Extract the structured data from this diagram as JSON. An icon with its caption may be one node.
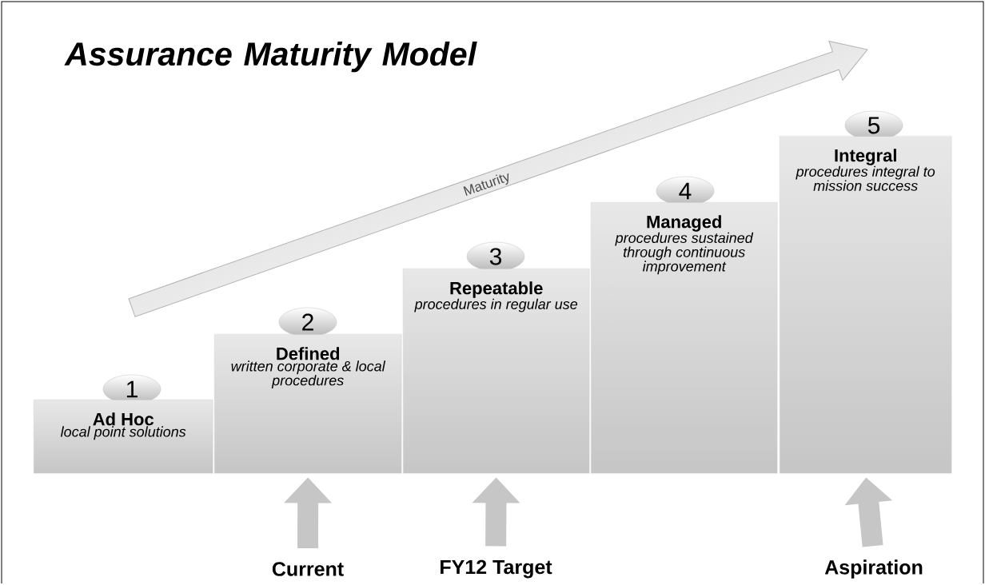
{
  "diagram": {
    "title": "Assurance Maturity Model",
    "nodes": [
      {
        "text": [
          "1"
        ]
      },
      {
        "text": [
          "Ad Hoc",
          "local point solutions"
        ]
      },
      {
        "text": [
          "2"
        ]
      },
      {
        "text": [
          "Defined",
          "written corporate & local procedures"
        ]
      },
      {
        "text": [
          "3"
        ]
      },
      {
        "text": [
          "Repeatable",
          "procedures in regular use"
        ]
      },
      {
        "text": [
          "4"
        ]
      },
      {
        "text": [
          "Managed",
          "procedures sustained through continuous improvement"
        ]
      },
      {
        "text": [
          "5"
        ]
      },
      {
        "text": [
          "Integral",
          "procedures integral to mission success"
        ]
      },
      {
        "text": [
          "Current"
        ]
      },
      {
        "text": [
          "FY12 Target"
        ]
      },
      {
        "text": [
          "Aspiration"
        ]
      }
    ],
    "edges": [
      {
        "from": 10,
        "to": 3,
        "arrow": "to"
      },
      {
        "from": 11,
        "to": 5,
        "arrow": "to"
      },
      {
        "from": 12,
        "to": 9,
        "arrow": "to"
      }
    ],
    "labels": [
      "Maturity"
    ]
  }
}
